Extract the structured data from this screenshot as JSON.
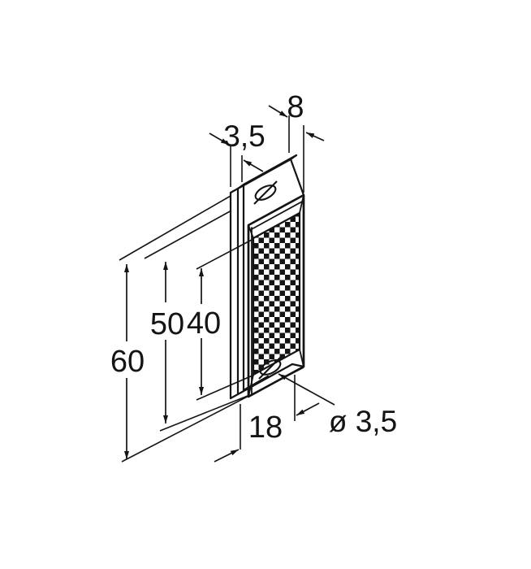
{
  "drawing": {
    "labels": {
      "plate_height": "60",
      "housing_height": "50",
      "reflector_height": "40",
      "plate_width": "18",
      "plate_thickness": "3,5",
      "total_depth": "8",
      "hole_diameter": "ø 3,5"
    },
    "colors": {
      "line": "#141414",
      "background": "#ffffff",
      "reflector_checker_dark": "#141414",
      "reflector_checker_light": "#ffffff"
    }
  }
}
